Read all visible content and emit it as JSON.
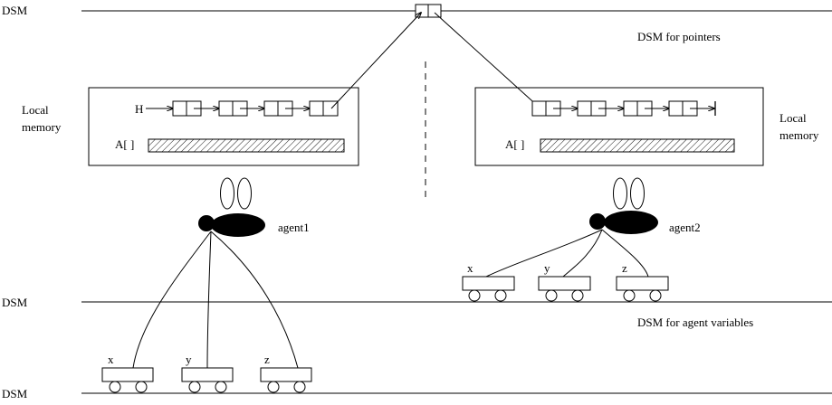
{
  "dsm_labels": {
    "top": "DSM",
    "middle": "DSM",
    "bottom": "DSM"
  },
  "region_labels": {
    "pointers": "DSM for pointers",
    "agent_variables": "DSM for agent variables"
  },
  "left_node": {
    "local_memory_line1": "Local",
    "local_memory_line2": "memory",
    "head_label": "H",
    "array_label": "A[ ]",
    "agent_label": "agent1",
    "cart_labels": [
      "x",
      "y",
      "z"
    ]
  },
  "right_node": {
    "local_memory_line1": "Local",
    "local_memory_line2": "memory",
    "array_label": "A[ ]",
    "agent_label": "agent2",
    "cart_labels": [
      "x",
      "y",
      "z"
    ]
  }
}
